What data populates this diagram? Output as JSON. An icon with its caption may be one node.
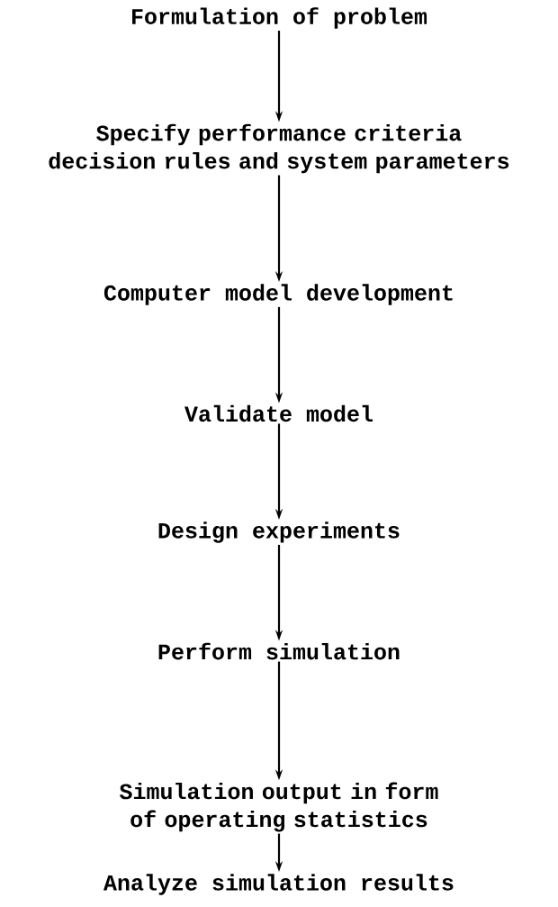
{
  "diagram": {
    "nodes": [
      {
        "text": [
          "Formulation of problem"
        ]
      },
      {
        "text": [
          "Specify performance criteria decision rules and system parameters"
        ]
      },
      {
        "text": [
          "Computer model development"
        ]
      },
      {
        "text": [
          "Validate model"
        ]
      },
      {
        "text": [
          "Design experiments"
        ]
      },
      {
        "text": [
          "Perform simulation"
        ]
      },
      {
        "text": [
          "Simulation output in form of operating statistics"
        ]
      },
      {
        "text": [
          "Analyze simulation results"
        ]
      }
    ],
    "edges": [
      {
        "from": 0,
        "to": 1,
        "arrow": "to"
      },
      {
        "from": 1,
        "to": 2,
        "arrow": "to"
      },
      {
        "from": 2,
        "to": 3,
        "arrow": "to"
      },
      {
        "from": 3,
        "to": 4,
        "arrow": "to"
      },
      {
        "from": 4,
        "to": 5,
        "arrow": "to"
      },
      {
        "from": 5,
        "to": 6,
        "arrow": "to"
      },
      {
        "from": 6,
        "to": 7,
        "arrow": "to"
      }
    ]
  }
}
